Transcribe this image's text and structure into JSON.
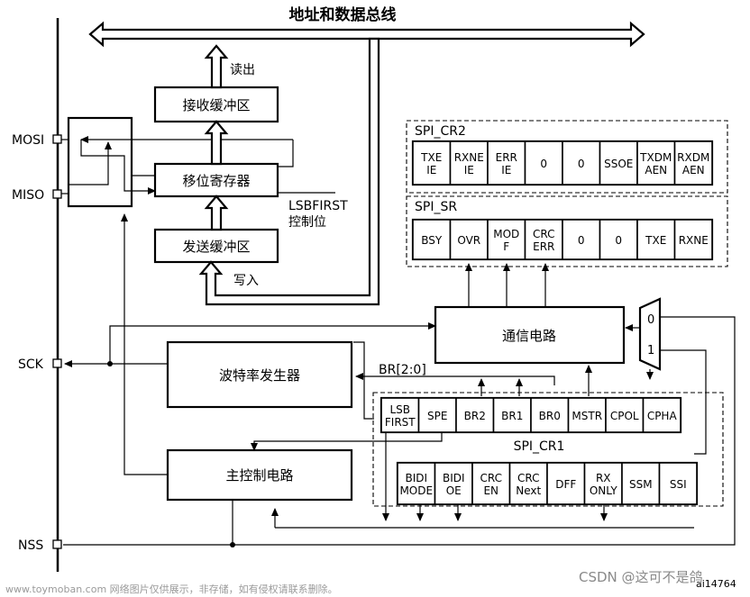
{
  "bus_title": "地址和数据总线",
  "pins": {
    "mosi": "MOSI",
    "miso": "MISO",
    "sck": "SCK",
    "nss": "NSS"
  },
  "blocks": {
    "rx_buffer": "接收缓冲区",
    "shift_register": "移位寄存器",
    "tx_buffer": "发送缓冲区",
    "comm_circuit": "通信电路",
    "baud_generator": "波特率发生器",
    "master_control": "主控制电路"
  },
  "labels": {
    "read": "读出",
    "write": "写入",
    "lsbfirst_line1": "LSBFIRST",
    "lsbfirst_line2": "控制位",
    "br": "BR[2:0]",
    "mux_0": "0",
    "mux_1": "1",
    "figure_id": "ai14764"
  },
  "registers": {
    "cr2": {
      "name": "SPI_CR2",
      "bits": [
        [
          "TXE",
          "IE"
        ],
        [
          "RXNE",
          "IE"
        ],
        [
          "ERR",
          "IE"
        ],
        [
          "0"
        ],
        [
          "0"
        ],
        [
          "SSOE"
        ],
        [
          "TXDM",
          "AEN"
        ],
        [
          "RXDM",
          "AEN"
        ]
      ]
    },
    "sr": {
      "name": "SPI_SR",
      "bits": [
        [
          "BSY"
        ],
        [
          "OVR"
        ],
        [
          "MOD",
          "F"
        ],
        [
          "CRC",
          "ERR"
        ],
        [
          "0"
        ],
        [
          "0"
        ],
        [
          "TXE"
        ],
        [
          "RXNE"
        ]
      ]
    },
    "cr1": {
      "name": "SPI_CR1",
      "top_bits": [
        [
          "LSB",
          "FIRST"
        ],
        [
          "SPE"
        ],
        [
          "BR2"
        ],
        [
          "BR1"
        ],
        [
          "BR0"
        ],
        [
          "MSTR"
        ],
        [
          "CPOL"
        ],
        [
          "CPHA"
        ]
      ],
      "bottom_bits": [
        [
          "BIDI",
          "MODE"
        ],
        [
          "BIDI",
          "OE"
        ],
        [
          "CRC",
          "EN"
        ],
        [
          "CRC",
          "Next"
        ],
        [
          "DFF"
        ],
        [
          "RX",
          "ONLY"
        ],
        [
          "SSM"
        ],
        [
          "SSI"
        ]
      ]
    }
  },
  "watermark": {
    "left": "www.toymoban.com 网络图片仅供展示，非存储，如有侵权请联系删除。",
    "right": "CSDN @这可不是鸽"
  }
}
